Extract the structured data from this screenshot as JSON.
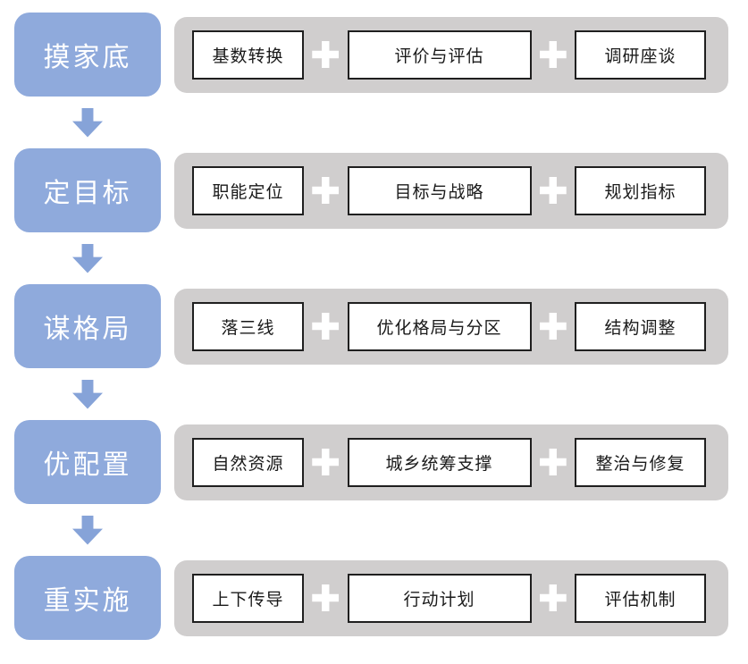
{
  "colors": {
    "stage_blue": "#8faadc",
    "arrow_blue": "#86a3d8",
    "bar_gray": "#d0cece",
    "box_bg": "#ffffff",
    "box_border": "#1f1f1f",
    "plus_white": "#ffffff"
  },
  "diagram": {
    "type": "process-flow",
    "stages": [
      {
        "label": "摸家底",
        "steps": [
          "基数转换",
          "评价与评估",
          "调研座谈"
        ]
      },
      {
        "label": "定目标",
        "steps": [
          "职能定位",
          "目标与战略",
          "规划指标"
        ]
      },
      {
        "label": "谋格局",
        "steps": [
          "落三线",
          "优化格局与分区",
          "结构调整"
        ]
      },
      {
        "label": "优配置",
        "steps": [
          "自然资源",
          "城乡统筹支撑",
          "整治与修复"
        ]
      },
      {
        "label": "重实施",
        "steps": [
          "上下传导",
          "行动计划",
          "评估机制"
        ]
      }
    ]
  }
}
